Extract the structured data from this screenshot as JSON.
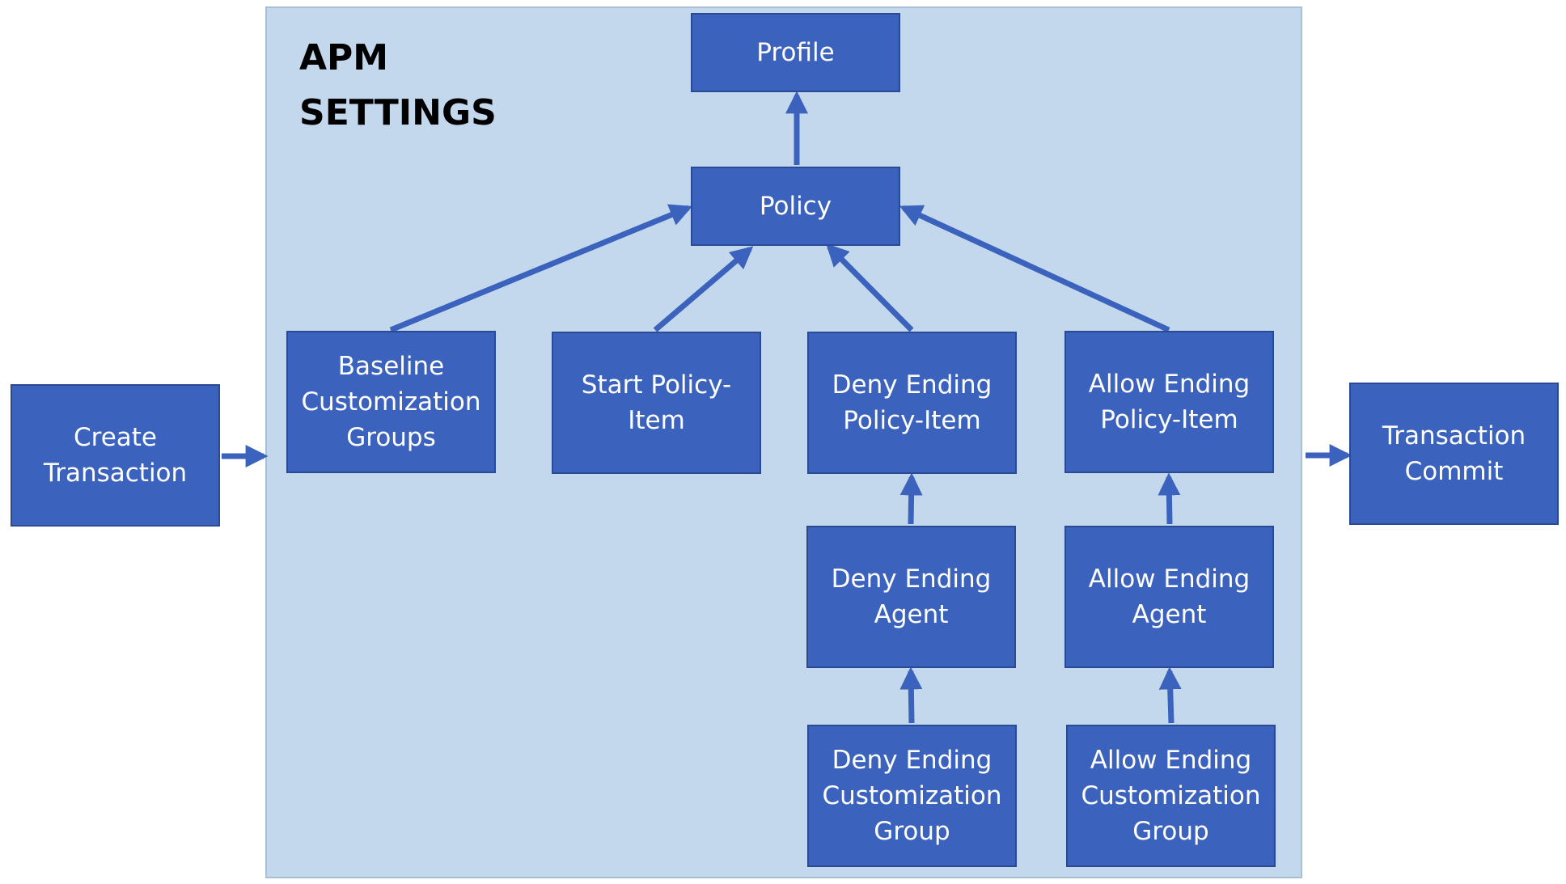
{
  "diagram": {
    "region_title": "APM\nSETTINGS",
    "nodes": {
      "profile": "Profile",
      "policy": "Policy",
      "baseline": "Baseline\nCustomization\nGroups",
      "start_item": "Start Policy-\nItem",
      "deny_item": "Deny Ending\nPolicy-Item",
      "allow_item": "Allow Ending\nPolicy-Item",
      "deny_agent": "Deny Ending\nAgent",
      "allow_agent": "Allow Ending\nAgent",
      "deny_group": "Deny Ending\nCustomization\nGroup",
      "allow_group": "Allow Ending\nCustomization\nGroup",
      "create_tx": "Create\nTransaction",
      "tx_commit": "Transaction\nCommit"
    },
    "edges": [
      {
        "from": "policy",
        "to": "profile"
      },
      {
        "from": "baseline",
        "to": "policy"
      },
      {
        "from": "start_item",
        "to": "policy"
      },
      {
        "from": "deny_item",
        "to": "policy"
      },
      {
        "from": "allow_item",
        "to": "policy"
      },
      {
        "from": "deny_agent",
        "to": "deny_item"
      },
      {
        "from": "allow_agent",
        "to": "allow_item"
      },
      {
        "from": "deny_group",
        "to": "deny_agent"
      },
      {
        "from": "allow_group",
        "to": "allow_agent"
      },
      {
        "from": "create_tx",
        "to": "apm_settings"
      },
      {
        "from": "apm_settings",
        "to": "tx_commit"
      }
    ],
    "colors": {
      "node_fill": "#3b62bd",
      "node_border": "#2b4a94",
      "region_fill": "#c4d8ed",
      "arrow": "#3b62bd",
      "node_text": "#ffffff"
    }
  }
}
